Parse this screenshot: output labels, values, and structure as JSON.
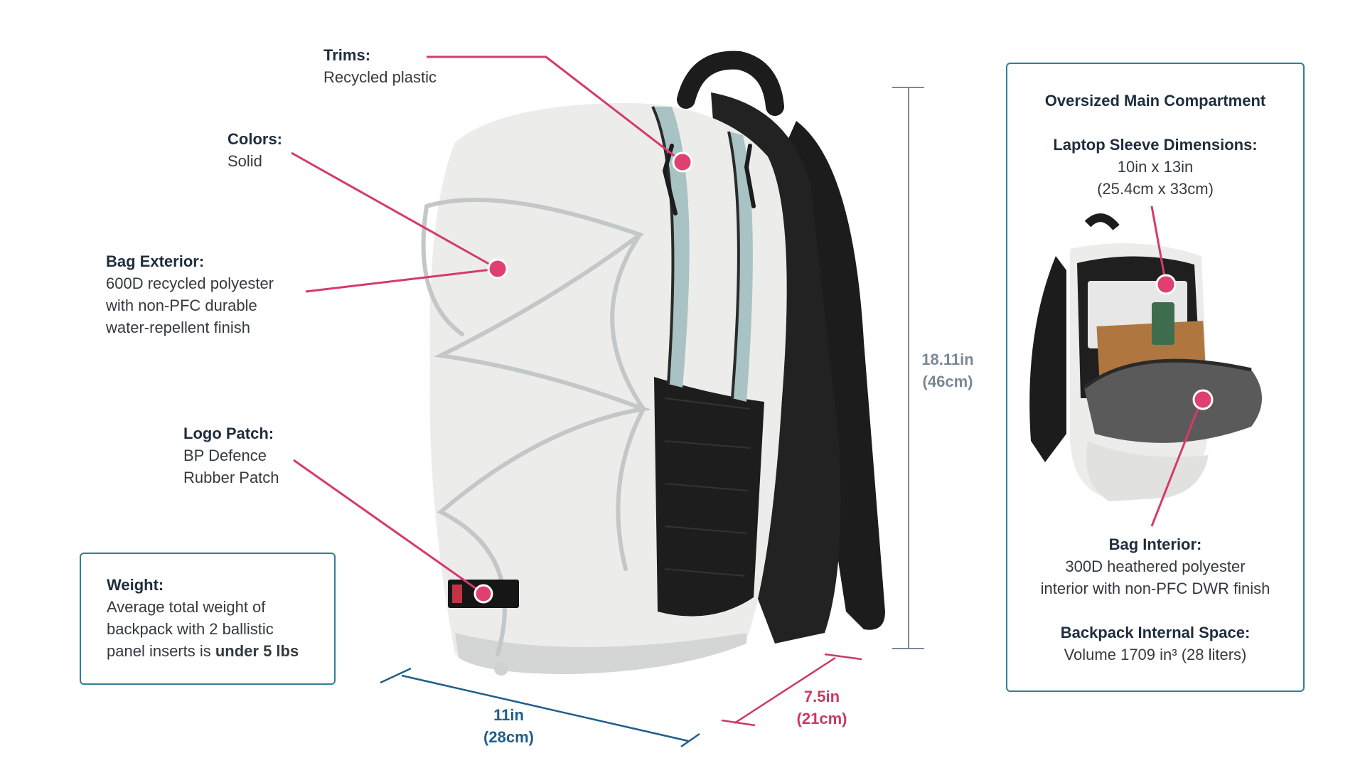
{
  "callouts": {
    "trims": {
      "title": "Trims:",
      "lines": [
        "Recycled plastic"
      ]
    },
    "colors": {
      "title": "Colors:",
      "lines": [
        "Solid"
      ]
    },
    "exterior": {
      "title": "Bag Exterior:",
      "lines": [
        "600D recycled polyester",
        "with non-PFC durable",
        "water-repellent finish"
      ]
    },
    "logo": {
      "title": "Logo Patch:",
      "lines": [
        "BP Defence",
        "Rubber Patch"
      ]
    }
  },
  "weight_box": {
    "title": "Weight:",
    "lines": [
      "Average total weight of",
      "backpack with 2 ballistic"
    ],
    "last_line_prefix": "panel inserts is ",
    "last_line_bold": "under 5 lbs"
  },
  "dimensions": {
    "height": {
      "in": "18.11in",
      "cm": "(46cm)"
    },
    "width": {
      "in": "11in",
      "cm": "(28cm)"
    },
    "depth": {
      "in": "7.5in",
      "cm": "(21cm)"
    }
  },
  "right_panel": {
    "heading": "Oversized Main Compartment",
    "sleeve_title": "Laptop Sleeve Dimensions:",
    "sleeve_lines": [
      "10in x 13in",
      "(25.4cm x 33cm)"
    ],
    "interior_title": "Bag Interior:",
    "interior_lines": [
      "300D heathered polyester",
      "interior with non-PFC DWR finish"
    ],
    "space_title": "Backpack Internal Space:",
    "space_line": "Volume 1709 in³ (28 liters)"
  },
  "colors": {
    "callout_line": "#d63a68",
    "box_border": "#2f7f9a",
    "width_dim": "#1f5e8a",
    "depth_dim": "#c83a64",
    "height_dim": "#7a8896"
  }
}
